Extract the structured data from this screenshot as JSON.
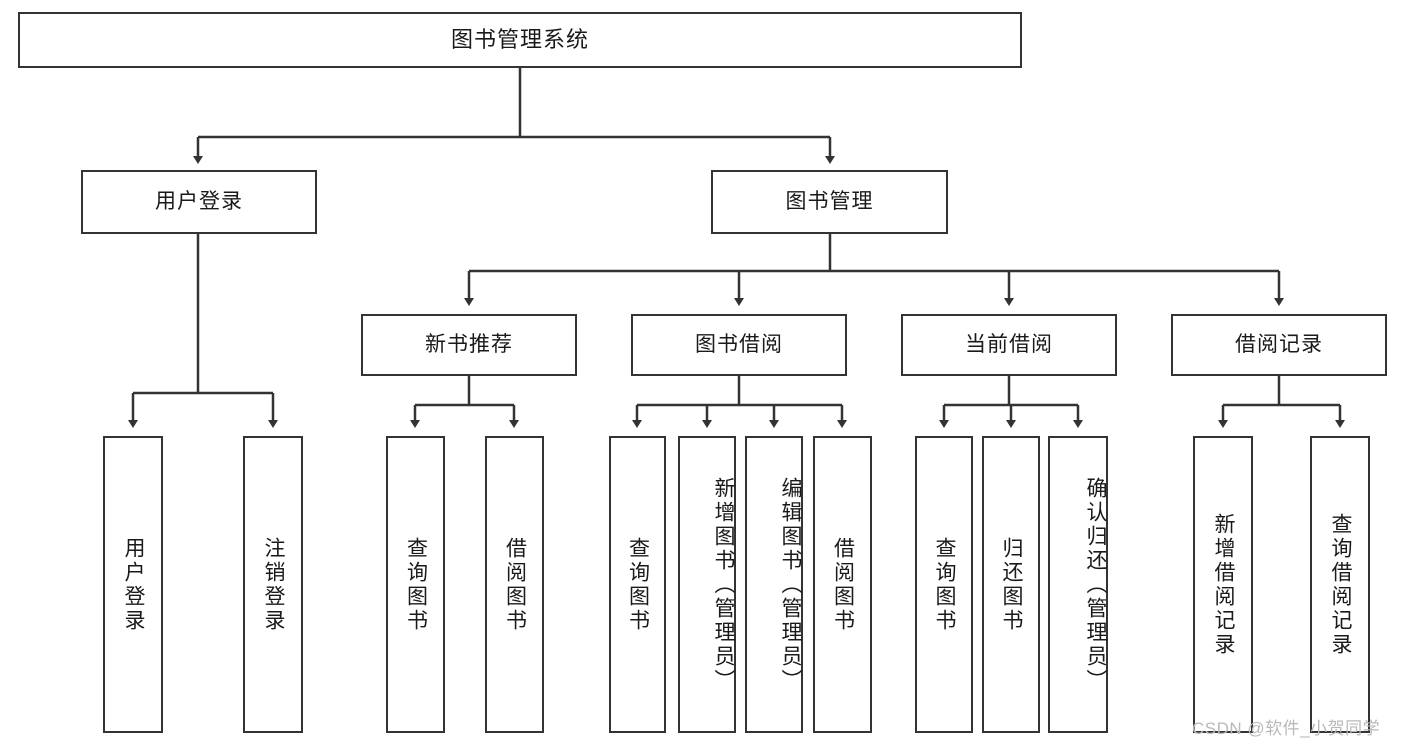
{
  "diagram": {
    "title": "图书管理系统",
    "type": "tree-hierarchy-diagram",
    "colors": {
      "box_border": "#333333",
      "box_fill": "#ffffff",
      "connector": "#333333",
      "text": "#1a1a1a",
      "watermark": "#b9b9b9"
    },
    "root": {
      "label": "图书管理系统"
    },
    "level2": [
      {
        "label": "用户登录"
      },
      {
        "label": "图书管理"
      }
    ],
    "level3": [
      {
        "label": "新书推荐"
      },
      {
        "label": "图书借阅"
      },
      {
        "label": "当前借阅"
      },
      {
        "label": "借阅记录"
      }
    ],
    "leaves": {
      "user_login": [
        {
          "label": "用户登录"
        },
        {
          "label": "注销登录"
        }
      ],
      "new_book_recommend": [
        {
          "label": "查询图书"
        },
        {
          "label": "借阅图书"
        }
      ],
      "book_borrow": [
        {
          "label": "查询图书"
        },
        {
          "label": "新增图书（管理员）"
        },
        {
          "label": "编辑图书（管理员）"
        },
        {
          "label": "借阅图书"
        }
      ],
      "current_borrow": [
        {
          "label": "查询图书"
        },
        {
          "label": "归还图书"
        },
        {
          "label": "确认归还（管理员）"
        }
      ],
      "borrow_record": [
        {
          "label": "新增借阅记录"
        },
        {
          "label": "查询借阅记录"
        }
      ]
    }
  },
  "watermark": {
    "text": "CSDN @软件_小贺同学"
  }
}
